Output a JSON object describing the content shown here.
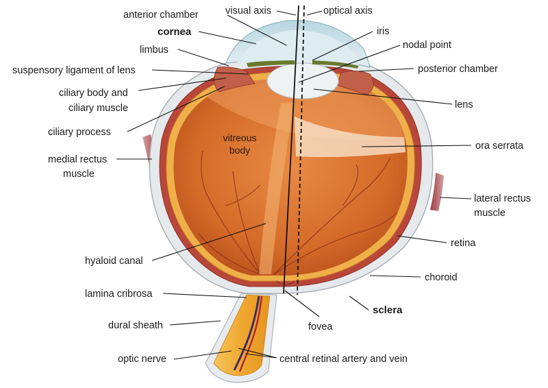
{
  "labels": {
    "visual_axis": "visual axis",
    "optical_axis": "optical axis",
    "anterior_chamber": "anterior chamber",
    "cornea": "cornea",
    "iris": "iris",
    "limbus": "limbus",
    "nodal_point": "nodal point",
    "suspensory_ligament": "suspensory ligament of lens",
    "posterior_chamber": "posterior chamber",
    "ciliary_body_line1": "ciliary body and",
    "ciliary_body_line2": "ciliary muscle",
    "lens": "lens",
    "ciliary_process": "ciliary process",
    "vitreous_line1": "vitreous",
    "vitreous_line2": "body",
    "ora_serrata": "ora serrata",
    "medial_rectus_line1": "medial rectus",
    "medial_rectus_line2": "muscle",
    "lateral_rectus_line1": "lateral rectus",
    "lateral_rectus_line2": "muscle",
    "retina": "retina",
    "hyaloid_canal": "hyaloid canal",
    "choroid": "choroid",
    "lamina_cribrosa": "lamina cribrosa",
    "sclera": "sclera",
    "fovea": "fovea",
    "dural_sheath": "dural sheath",
    "optic_nerve": "optic nerve",
    "central_retinal": "central retinal artery and vein"
  },
  "colors": {
    "vitreous": "#d9752f",
    "vitreous_light": "#eea15e",
    "choroid": "#b8473a",
    "sclera": "#e6e9ec",
    "cornea": "#c5dde6",
    "lens": "#eef2f3",
    "nerve": "#f0a830",
    "muscle": "#b05058"
  }
}
